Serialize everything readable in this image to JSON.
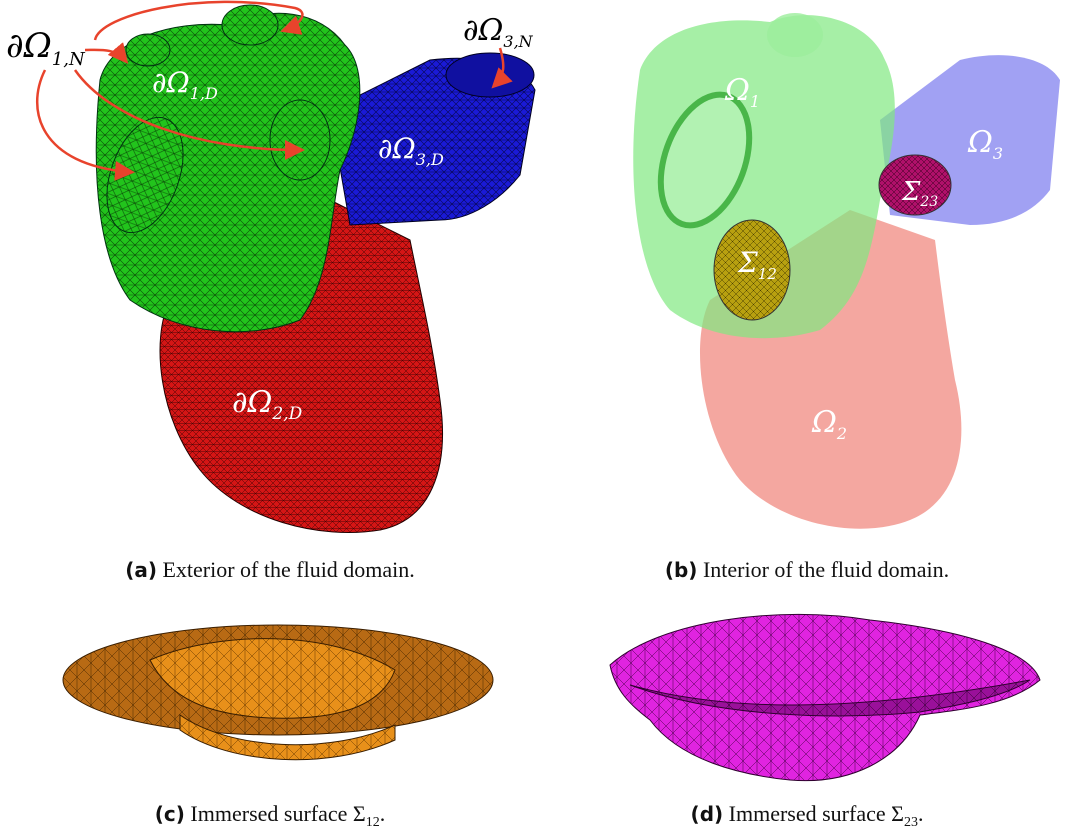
{
  "figure": {
    "panel_a": {
      "labels": {
        "n1": "∂Ω",
        "n1_sub": "1,N",
        "d1": "∂Ω",
        "d1_sub": "1,D",
        "n3": "∂Ω",
        "n3_sub": "3,N",
        "d3": "∂Ω",
        "d3_sub": "3,D",
        "d2": "∂Ω",
        "d2_sub": "2,D"
      },
      "caption_tag": "(a)",
      "caption_text": "Exterior of the fluid domain."
    },
    "panel_b": {
      "labels": {
        "o1": "Ω",
        "o1_sub": "1",
        "o3": "Ω",
        "o3_sub": "3",
        "o2": "Ω",
        "o2_sub": "2",
        "s12": "Σ",
        "s12_sub": "12",
        "s23": "Σ",
        "s23_sub": "23"
      },
      "caption_tag": "(b)",
      "caption_text": "Interior of the fluid domain."
    },
    "panel_c": {
      "caption_tag": "(c)",
      "caption_text": "Immersed surface Σ",
      "caption_sub": "12",
      "caption_end": "."
    },
    "panel_d": {
      "caption_tag": "(d)",
      "caption_text": "Immersed surface Σ",
      "caption_sub": "23",
      "caption_end": "."
    },
    "colors": {
      "green": "#22c41c",
      "blue": "#1a1ad6",
      "red": "#d41515",
      "arrow": "#e8432c",
      "orange": "#e8901a",
      "magenta": "#d81cd8"
    }
  }
}
